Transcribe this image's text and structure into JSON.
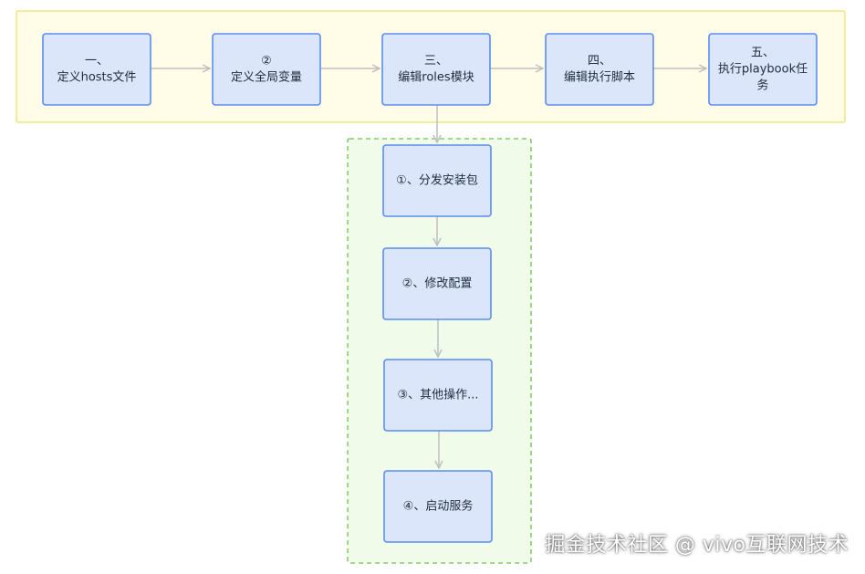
{
  "colors": {
    "top_group_fill": "#fffde7",
    "top_group_stroke": "#e6d84a",
    "sub_group_fill": "#f0fbea",
    "sub_group_stroke": "#6cc24a",
    "box_fill": "#dbe6fb",
    "box_stroke": "#5b8def",
    "arrow": "#bfbfbf"
  },
  "steps": [
    {
      "lines": [
        "一、",
        "定义hosts文件"
      ]
    },
    {
      "lines": [
        "②",
        "定义全局变量"
      ]
    },
    {
      "lines": [
        "三、",
        "编辑roles模块"
      ]
    },
    {
      "lines": [
        "四、",
        "编辑执行脚本"
      ]
    },
    {
      "lines": [
        "五、",
        "执行playbook任",
        "务"
      ]
    }
  ],
  "substeps": [
    {
      "lines": [
        "①、分发安装包"
      ]
    },
    {
      "lines": [
        "②、修改配置"
      ]
    },
    {
      "lines": [
        "③、其他操作..."
      ]
    },
    {
      "lines": [
        "④、启动服务"
      ]
    }
  ],
  "watermark": "掘金技术社区 @ vivo互联网技术"
}
